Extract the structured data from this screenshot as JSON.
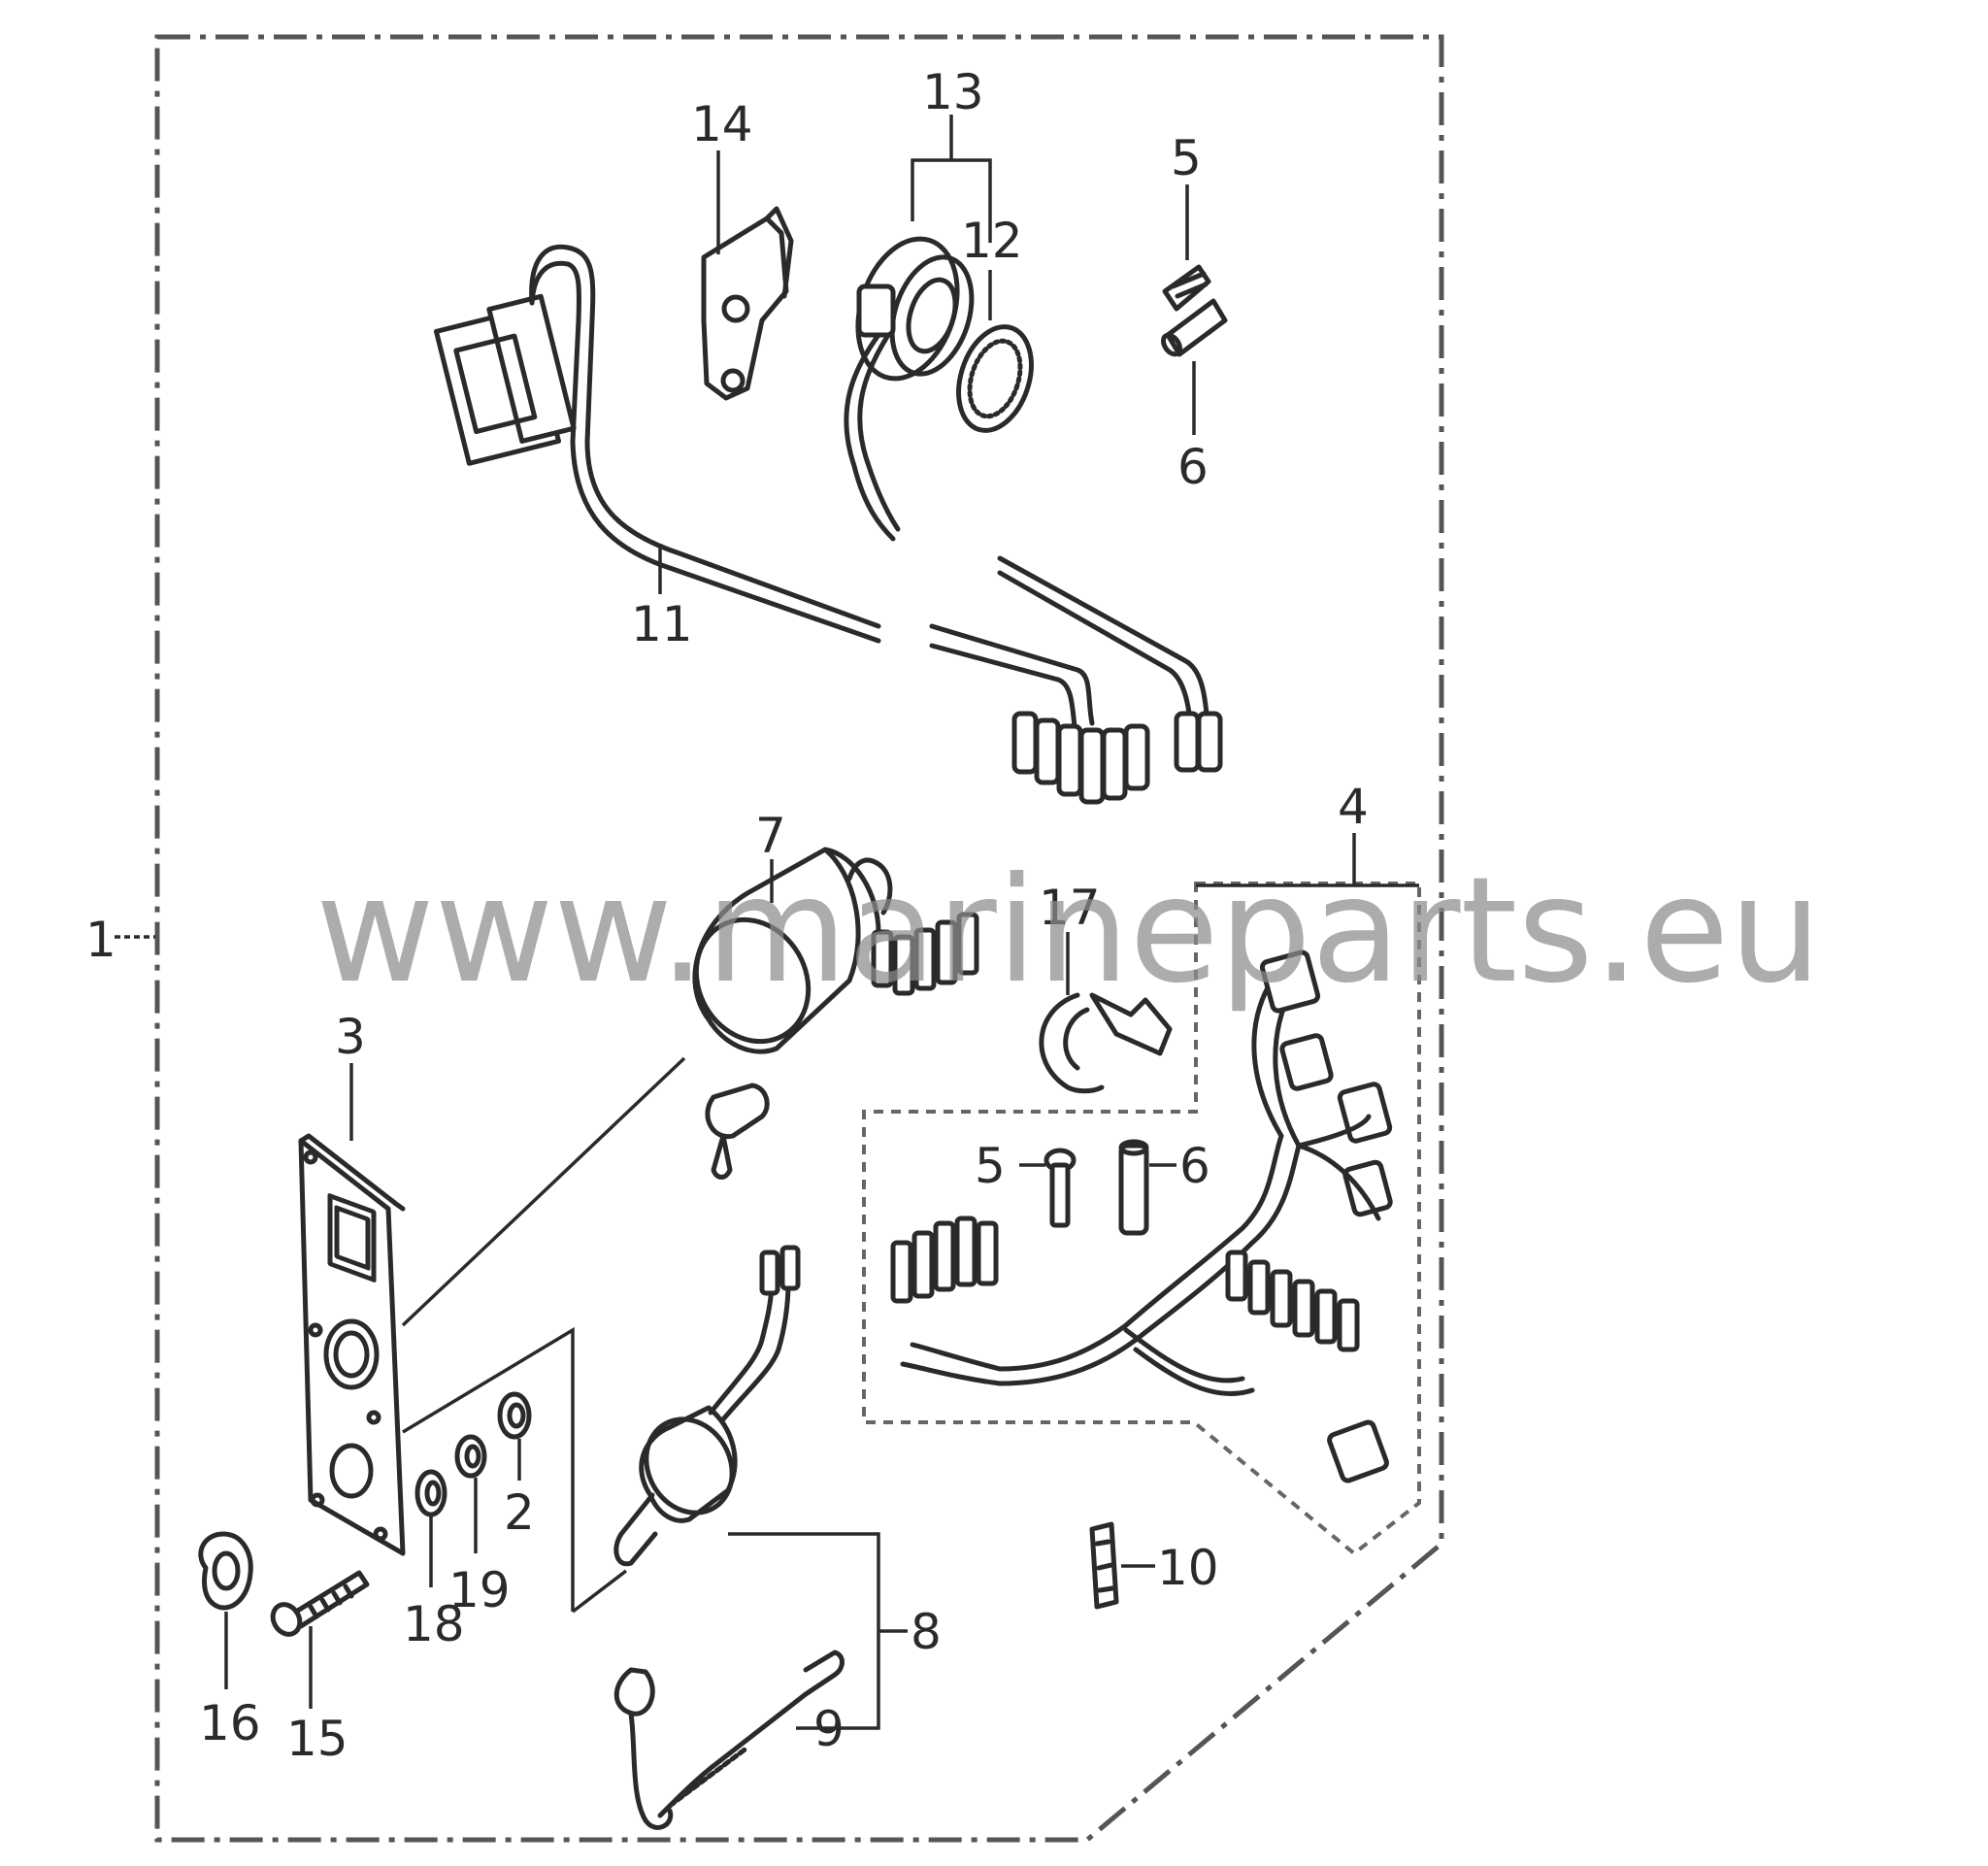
{
  "diagram": {
    "watermark": "www.marineparts.eu",
    "callouts": [
      "1",
      "2",
      "3",
      "4",
      "5",
      "6",
      "7",
      "8",
      "9",
      "10",
      "11",
      "12",
      "13",
      "14",
      "15",
      "16",
      "17",
      "18",
      "19",
      "5",
      "6"
    ]
  }
}
